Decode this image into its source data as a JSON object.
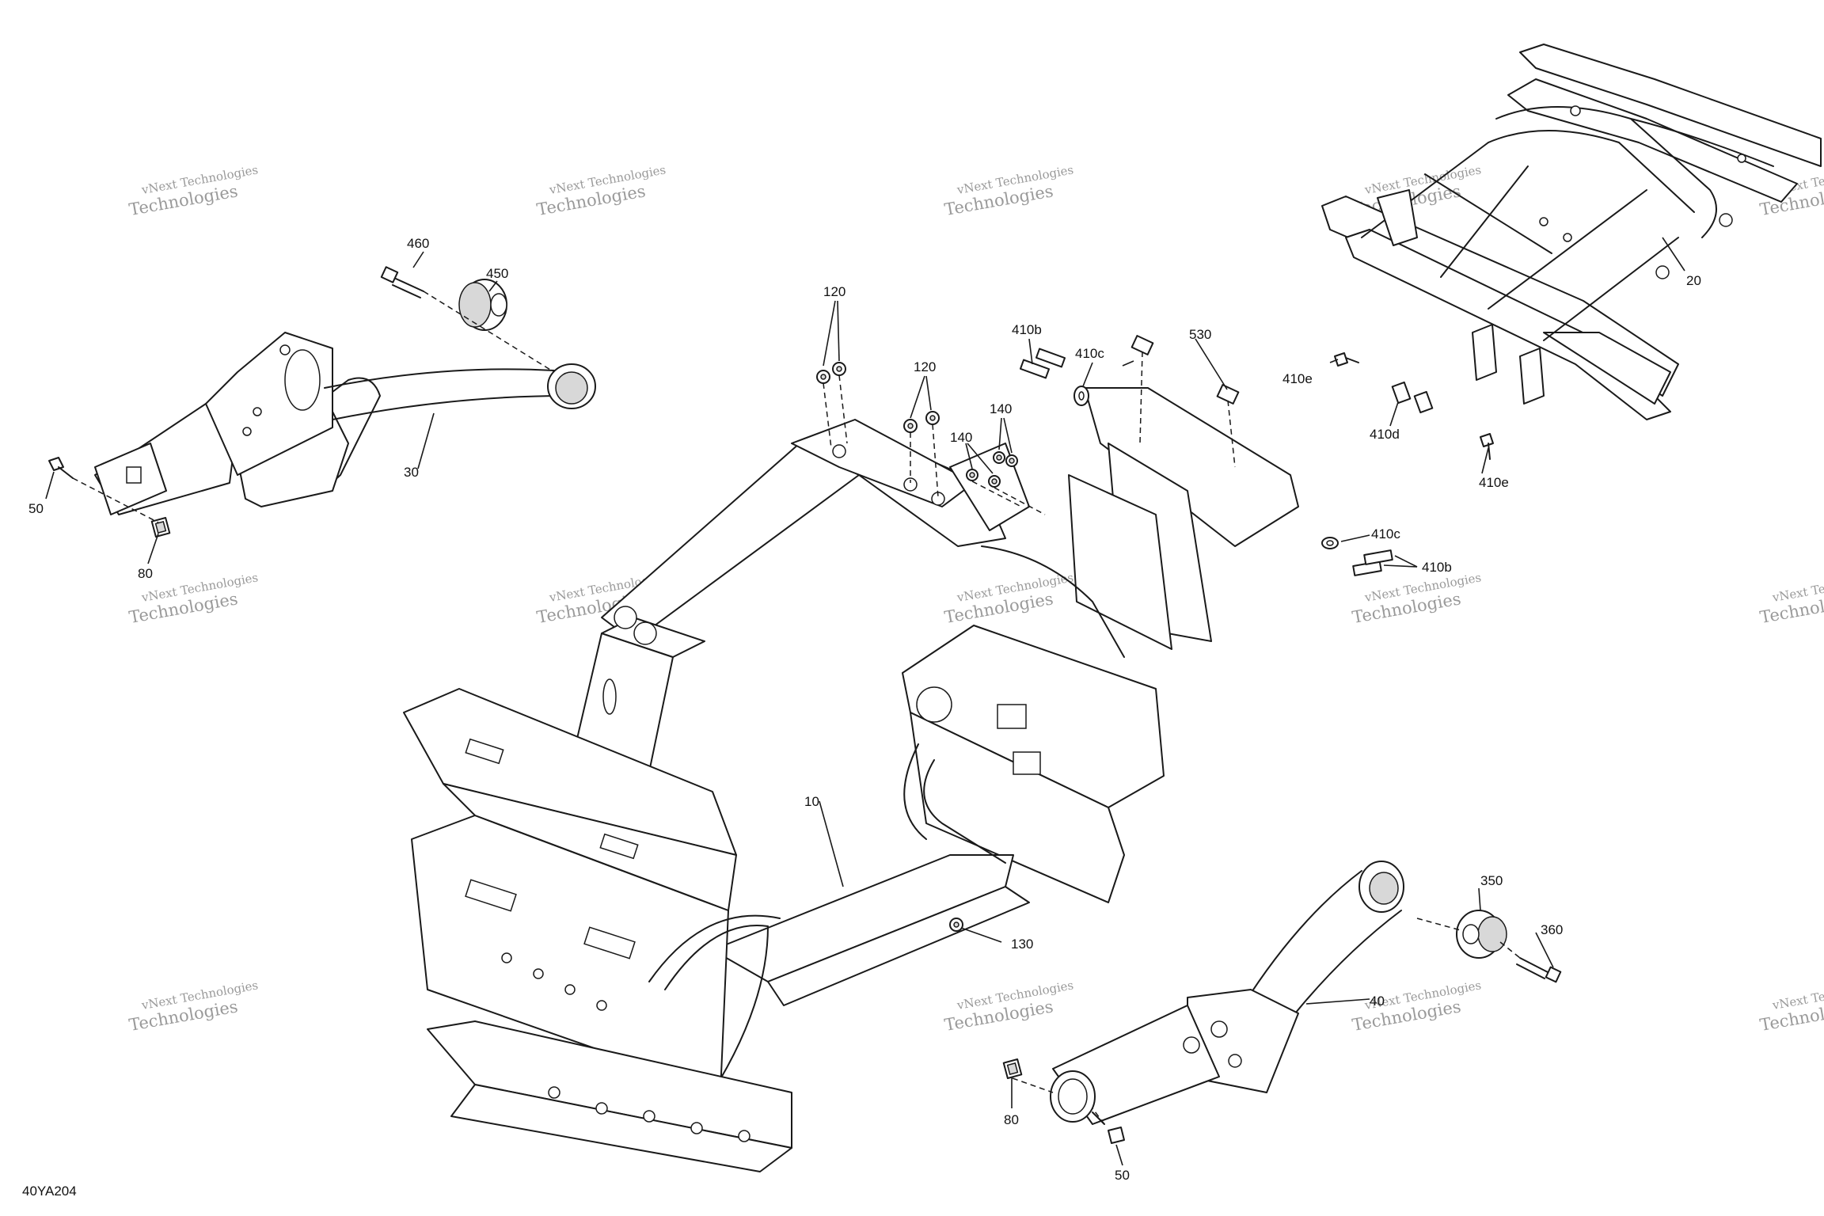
{
  "diagram_code": "40YA204",
  "watermark": {
    "line1": "vNext Technologies",
    "line2": "Technologies"
  },
  "callouts": {
    "c10": "10",
    "c20": "20",
    "c30": "30",
    "c40": "40",
    "c50a": "50",
    "c50b": "50",
    "c80a": "80",
    "c80b": "80",
    "c120a": "120",
    "c120b": "120",
    "c130": "130",
    "c140a": "140",
    "c140b": "140",
    "c350": "350",
    "c360": "360",
    "c410b_a": "410b",
    "c410b_b": "410b",
    "c410c_a": "410c",
    "c410c_b": "410c",
    "c410d": "410d",
    "c410e_a": "410e",
    "c410e_b": "410e",
    "c450": "450",
    "c460": "460",
    "c530": "530"
  }
}
